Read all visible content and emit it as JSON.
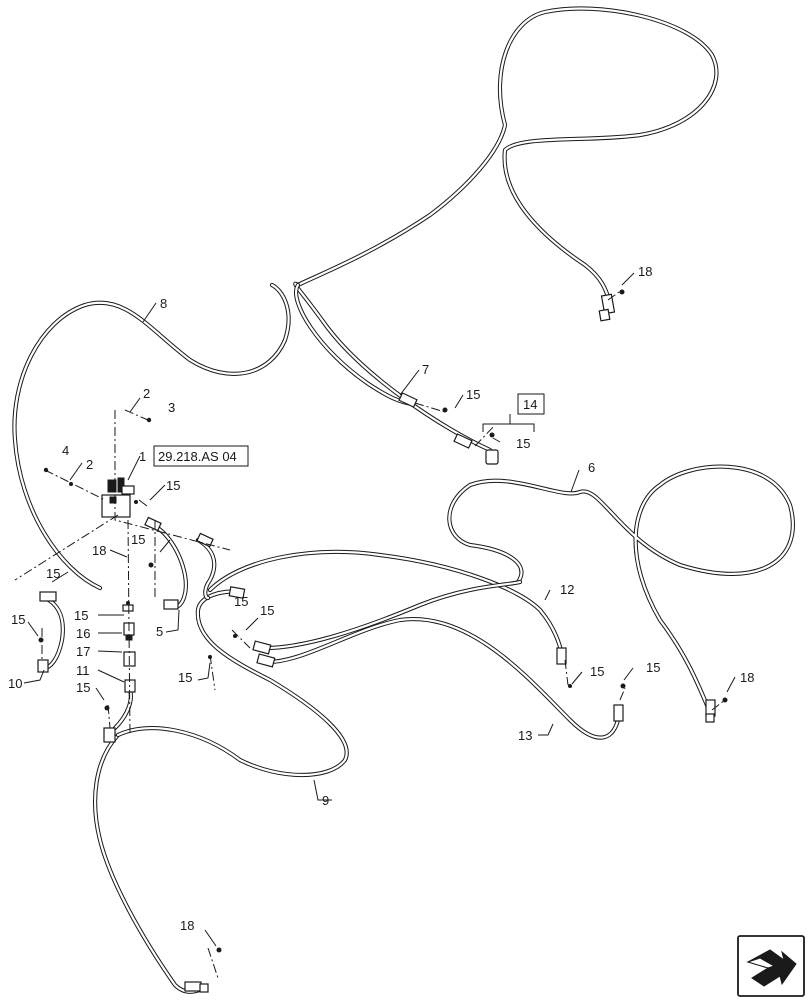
{
  "reference_link": "29.218.AS 04",
  "kit_box": "14",
  "callouts": {
    "c1": "1",
    "c2a": "2",
    "c2b": "2",
    "c3": "3",
    "c4": "4",
    "c5": "5",
    "c6": "6",
    "c7": "7",
    "c8": "8",
    "c9": "9",
    "c10": "10",
    "c11": "11",
    "c12": "12",
    "c13": "13",
    "c15a": "15",
    "c15b": "15",
    "c15c": "15",
    "c15d": "15",
    "c15e": "15",
    "c15f": "15",
    "c15g": "15",
    "c15h": "15",
    "c15i": "15",
    "c15j": "15",
    "c15k": "15",
    "c15l": "15",
    "c15m": "15",
    "c16": "16",
    "c17": "17",
    "c18a": "18",
    "c18b": "18",
    "c18c": "18",
    "c18d": "18"
  }
}
